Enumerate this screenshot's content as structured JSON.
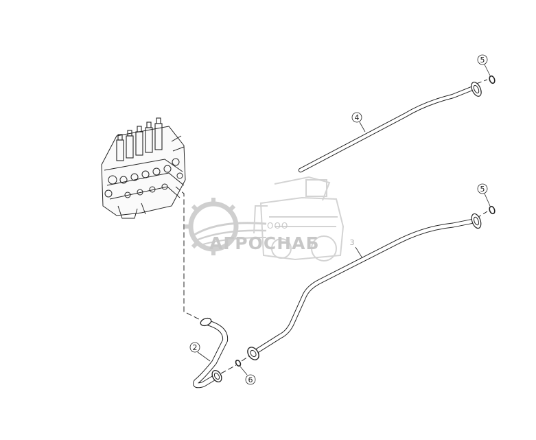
{
  "callouts": {
    "c2": "2",
    "c3": "3",
    "c4": "4",
    "c5a": "5",
    "c5b": "5",
    "c6": "6"
  },
  "watermark": {
    "prefix": "ООО",
    "name": "АГРОСНАБ"
  },
  "colors": {
    "line": "#222222",
    "watermark": "#9a9a9a"
  }
}
